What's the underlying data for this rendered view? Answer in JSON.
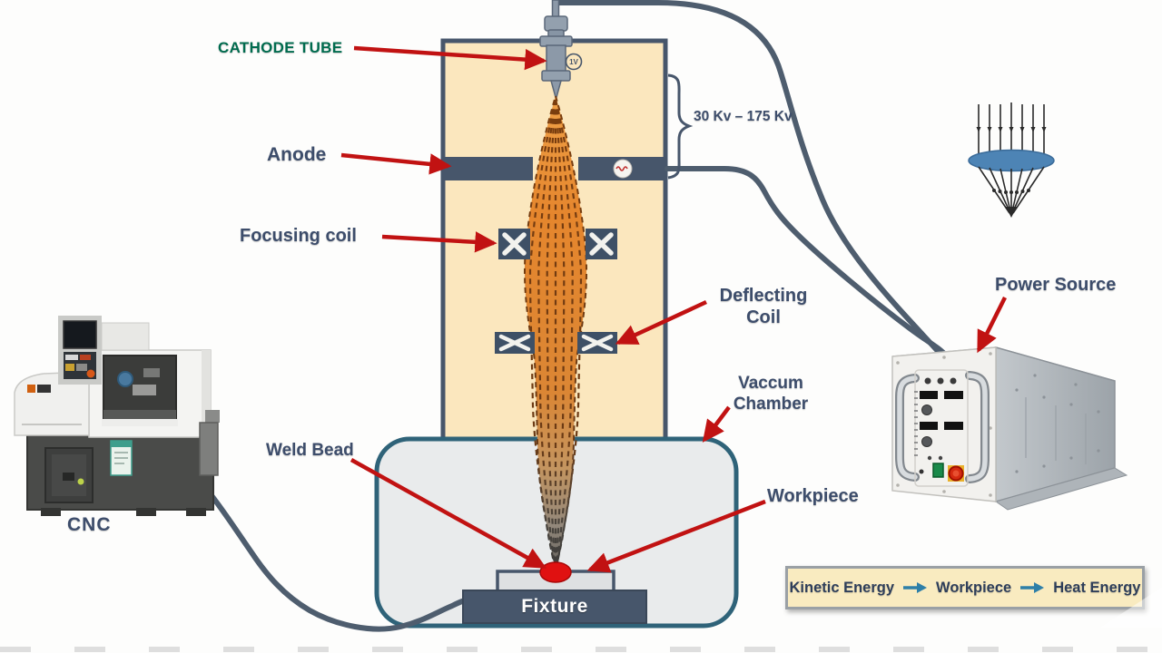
{
  "labels": {
    "cathode_tube": "CATHODE TUBE",
    "anode": "Anode",
    "focusing_coil": "Focusing coil",
    "deflecting_coil": "Deflecting Coil",
    "vacuum_chamber": "Vaccum Chamber",
    "weld_bead": "Weld Bead",
    "workpiece": "Workpiece",
    "fixture": "Fixture",
    "cnc": "CNC",
    "power_source": "Power Source",
    "voltage_range": "30 Kv – 175 Kv",
    "cathode_badge": "1V"
  },
  "energy_flow": {
    "steps": [
      "Kinetic Energy",
      "Workpiece",
      "Heat Energy"
    ]
  },
  "colors": {
    "slate": "#47566B",
    "label_blue": "#3D4D6B",
    "cathode_green": "#006B4E",
    "arrow_red": "#C11212",
    "beam_orange": "#E5862D",
    "chamber_border": "#2F6379",
    "banner_bg": "#F9EBC0",
    "banner_arrow_blue": "#2E7FA8",
    "column_fill": "#FBE7BE"
  }
}
